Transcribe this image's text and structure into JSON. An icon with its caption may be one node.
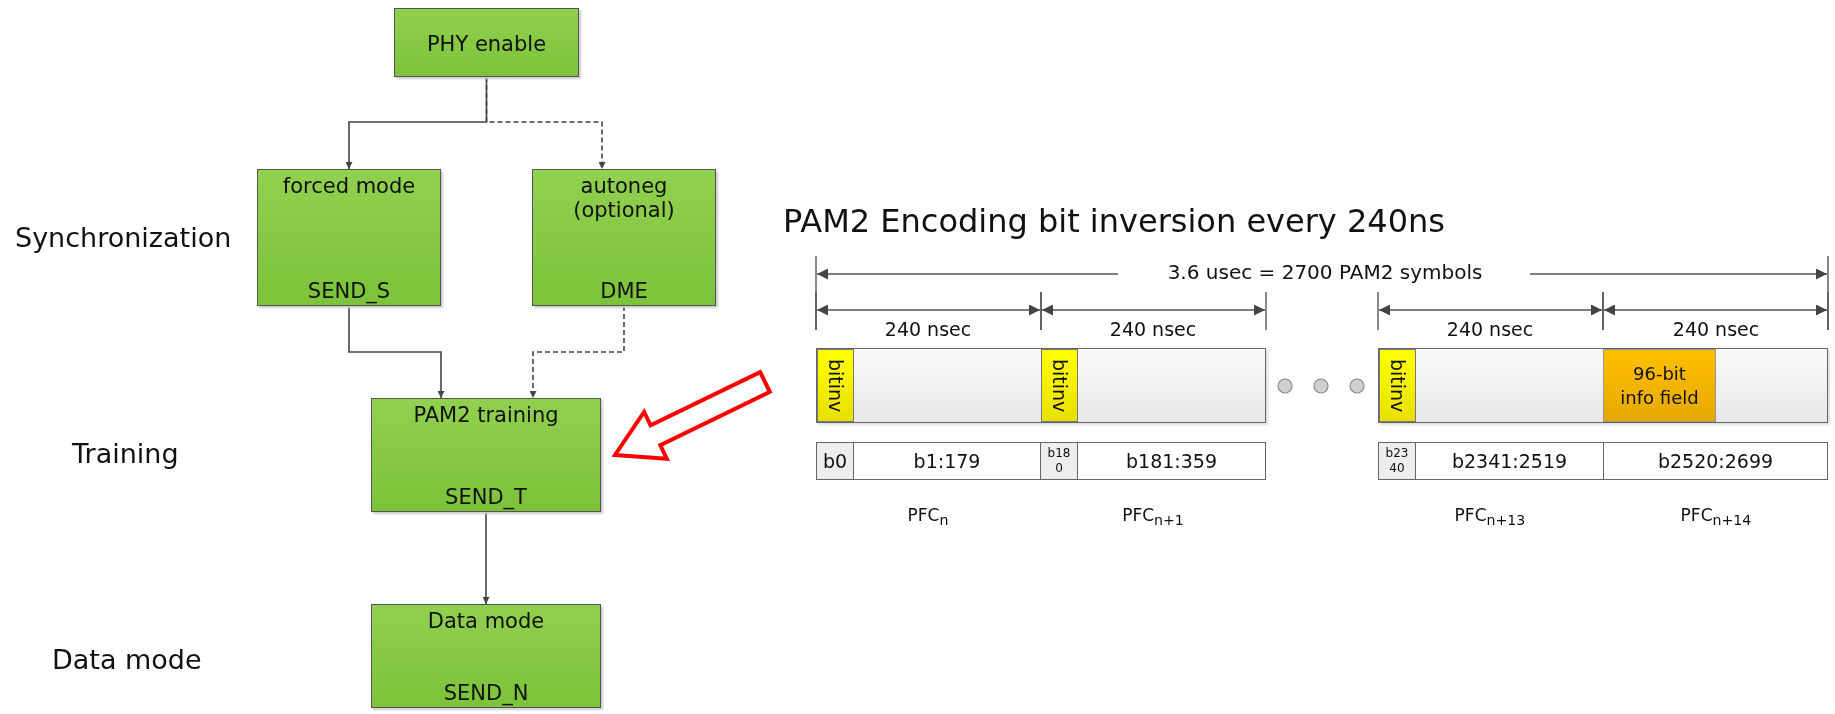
{
  "diagram": {
    "nodes": [
      {
        "text": [
          "PHY enable"
        ]
      },
      {
        "text": [
          "forced mode",
          "SEND_S"
        ]
      },
      {
        "text": [
          "autoneg (optional)",
          "DME"
        ]
      },
      {
        "text": [
          "PAM2 training",
          "SEND_T"
        ]
      },
      {
        "text": [
          "Data mode",
          "SEND_N"
        ]
      },
      {
        "text": [],
        "shape": "bar"
      },
      {
        "text": [
          "bitinv"
        ],
        "in": 5
      },
      {
        "text": [
          "bitinv"
        ],
        "in": 5
      },
      {
        "text": [],
        "shape": "bar"
      },
      {
        "text": [
          "bitinv"
        ],
        "in": 8
      },
      {
        "text": [
          "96-bit info field"
        ],
        "in": 8
      },
      {
        "text": [
          "b0"
        ]
      },
      {
        "text": [
          "b1:179"
        ]
      },
      {
        "text": [
          "b180"
        ]
      },
      {
        "text": [
          "b181:359"
        ]
      },
      {
        "text": [
          "b2340"
        ]
      },
      {
        "text": [
          "b2341:2519"
        ]
      },
      {
        "text": [
          "b2520:2699"
        ]
      }
    ],
    "edges": [
      {
        "from": 0,
        "to": 1,
        "arrow": "to"
      },
      {
        "from": 0,
        "to": 2,
        "arrow": "to",
        "style": "dashed"
      },
      {
        "from": 1,
        "to": 3,
        "arrow": "to"
      },
      {
        "from": 2,
        "to": 3,
        "arrow": "to",
        "style": "dashed"
      },
      {
        "from": 3,
        "to": 4,
        "arrow": "to"
      },
      {
        "from": null,
        "to": 3,
        "arrow": "to",
        "style": "thick",
        "color": "#ff0000"
      }
    ],
    "labels": [
      "Synchronization",
      "PAM2 Encoding bit inversion every 240ns",
      "3.6 usec = 2700 PAM2 symbols",
      "240 nsec",
      "240 nsec",
      "240 nsec",
      "240 nsec",
      "Training",
      "PFC$_{n}$",
      "PFC$_{n+1}$",
      "PFC$_{n+13}$",
      "PFC$_{n+14}$",
      "Data mode"
    ]
  }
}
